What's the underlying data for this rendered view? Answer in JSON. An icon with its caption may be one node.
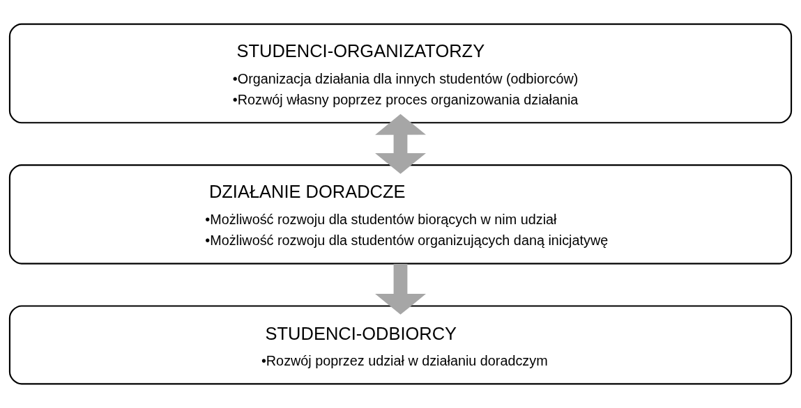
{
  "diagram": {
    "nodes": [
      {
        "text": [
          "STUDENCI-ORGANIZATORZY",
          "•Organizacja działania dla innych studentów (odbiorców)",
          "•Rozwój własny poprzez proces organizowania działania"
        ]
      },
      {
        "text": [
          "DZIAŁANIE DORADCZE",
          "•Możliwość rozwoju dla studentów biorących w nim udział",
          "•Możliwość rozwoju dla studentów organizujących daną inicjatywę"
        ]
      },
      {
        "text": [
          "STUDENCI-ODBIORCY",
          "•Rozwój poprzez udział w działaniu doradczym"
        ]
      }
    ],
    "edges": [
      {
        "from": 0,
        "to": 1,
        "arrow": "both"
      },
      {
        "from": 1,
        "to": 2,
        "arrow": "to"
      }
    ]
  }
}
